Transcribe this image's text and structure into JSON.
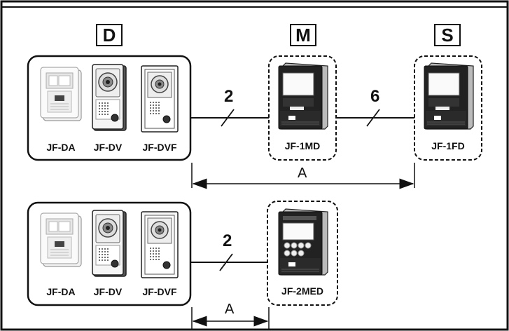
{
  "section_labels": {
    "door": "D",
    "master": "M",
    "sub": "S"
  },
  "system1": {
    "door_stations": [
      "JF-DA",
      "JF-DV",
      "JF-DVF"
    ],
    "master": "JF-1MD",
    "sub": "JF-1FD",
    "wires_door_master": "2",
    "wires_master_sub": "6",
    "distance_label": "A"
  },
  "system2": {
    "door_stations": [
      "JF-DA",
      "JF-DV",
      "JF-DVF"
    ],
    "master": "JF-2MED",
    "wires_door_master": "2",
    "distance_label": "A"
  }
}
